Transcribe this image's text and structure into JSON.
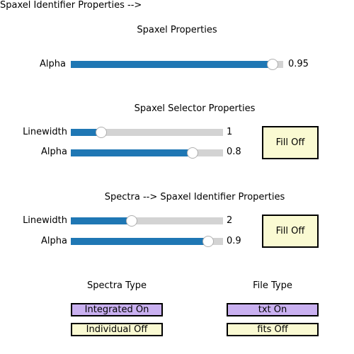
{
  "colors": {
    "slider_fill": "#1f77b4",
    "slider_track": "#d3d3d3",
    "button_off": "#fafad2",
    "button_on": "#c9b0f0"
  },
  "spaxel": {
    "title": "Spaxel Properties",
    "alpha": {
      "label": "Alpha",
      "value": "0.95",
      "fraction": 0.95
    }
  },
  "selector": {
    "title": "Spaxel Selector Properties",
    "linewidth": {
      "label": "Linewidth",
      "value": "1",
      "fraction": 0.2
    },
    "alpha": {
      "label": "Alpha",
      "value": "0.8",
      "fraction": 0.8
    },
    "fill_button": "Fill Off"
  },
  "identifier": {
    "title": "Spectra --> Spaxel Identifier Properties",
    "linewidth": {
      "label": "Linewidth",
      "value": "2",
      "fraction": 0.4
    },
    "alpha": {
      "label": "Alpha",
      "value": "0.9",
      "fraction": 0.9
    },
    "fill_button": "Fill Off"
  },
  "spectra_type": {
    "title": "Spectra Type",
    "integrated": "Integrated On",
    "individual": "Individual Off"
  },
  "file_type": {
    "title": "File Type",
    "txt": "txt On",
    "fits": "fits Off"
  }
}
